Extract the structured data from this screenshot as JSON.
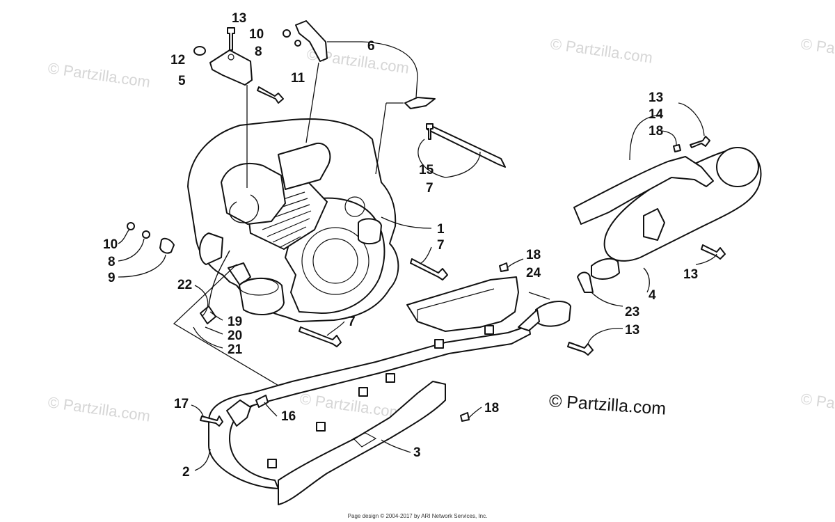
{
  "watermark": "© Partzilla.com",
  "brand_mark": "© Partzilla.com",
  "credit": "Page design © 2004-2017 by ARI Network Services, Inc.",
  "callouts": [
    "13",
    "10",
    "8",
    "12",
    "5",
    "11",
    "6",
    "13",
    "14",
    "18",
    "15",
    "7",
    "1",
    "7",
    "10",
    "8",
    "9",
    "22",
    "18",
    "24",
    "13",
    "4",
    "23",
    "13",
    "19",
    "20",
    "21",
    "7",
    "17",
    "16",
    "18",
    "3",
    "2"
  ]
}
